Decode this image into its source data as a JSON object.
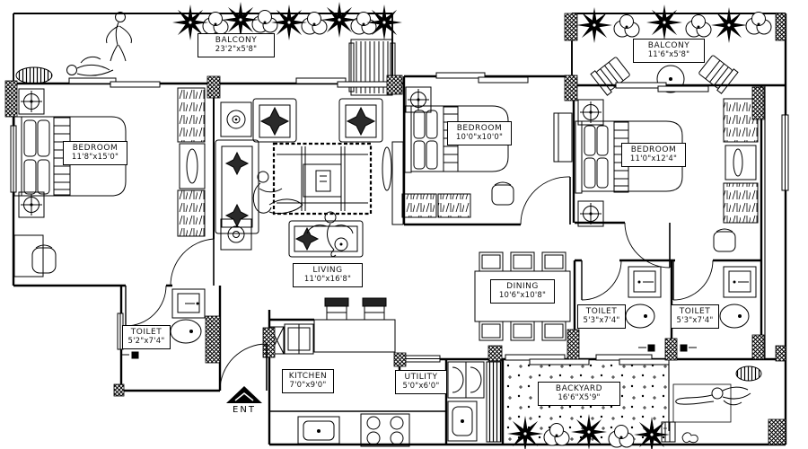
{
  "plan": {
    "title": "3BHK apartment floor plan",
    "rooms": {
      "balcony_left": {
        "name": "BALCONY",
        "dims": "23'2\"x5'8\""
      },
      "balcony_right": {
        "name": "BALCONY",
        "dims": "11'6\"x5'8\""
      },
      "bedroom_left": {
        "name": "BEDROOM",
        "dims": "11'8\"x15'0\""
      },
      "bedroom_middle": {
        "name": "BEDROOM",
        "dims": "10'0\"x10'0\""
      },
      "bedroom_right": {
        "name": "BEDROOM",
        "dims": "11'0\"x12'4\""
      },
      "living": {
        "name": "LIVING",
        "dims": "11'0\"x16'8\""
      },
      "dining": {
        "name": "DINING",
        "dims": "10'6\"x10'8\""
      },
      "toilet_left": {
        "name": "TOILET",
        "dims": "5'2\"x7'4\""
      },
      "toilet_middle": {
        "name": "TOILET",
        "dims": "5'3\"x7'4\""
      },
      "toilet_right": {
        "name": "TOILET",
        "dims": "5'3\"x7'4\""
      },
      "kitchen": {
        "name": "KITCHEN",
        "dims": "7'0\"x9'0\""
      },
      "utility": {
        "name": "UTILITY",
        "dims": "5'0\"x6'0\""
      },
      "backyard": {
        "name": "BACKYARD",
        "dims": "16'6\"X5'9\""
      }
    },
    "entrance_label": "ENT",
    "icons": {
      "palm-plant-icon": "black spiky palm star",
      "bush-plant-icon": "scalloped shrub circle",
      "ceiling-fan-icon": "circle with crosshair in square",
      "entrance-arrow-icon": "solid black triangle"
    },
    "colors": {
      "ink": "#000000",
      "paper": "#ffffff"
    }
  }
}
